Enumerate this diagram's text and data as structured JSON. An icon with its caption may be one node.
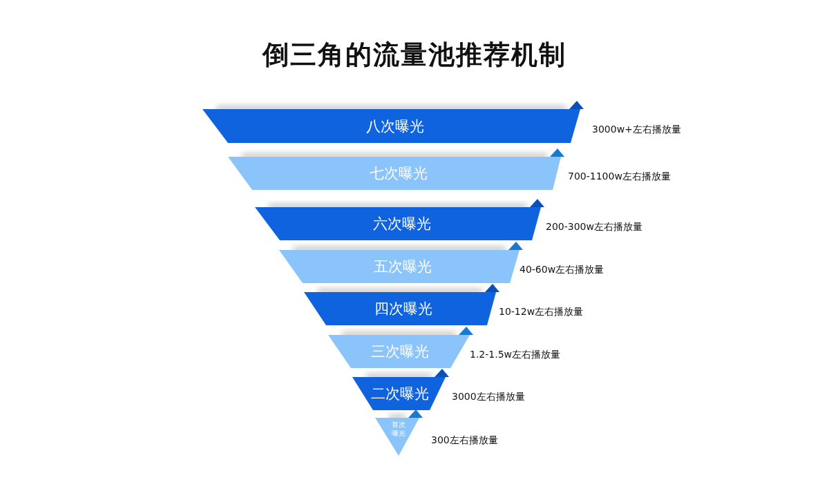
{
  "diagram": {
    "title": "倒三角的流量池推荐机制",
    "nodes": [
      {
        "text": [
          "八次曝光"
        ],
        "beside": [
          "3000w+左右播放量"
        ]
      },
      {
        "text": [
          "七次曝光"
        ],
        "beside": [
          "700-1100w左右播放量"
        ]
      },
      {
        "text": [
          "六次曝光"
        ],
        "beside": [
          "200-300w左右播放量"
        ]
      },
      {
        "text": [
          "五次曝光"
        ],
        "beside": [
          "40-60w左右播放量"
        ]
      },
      {
        "text": [
          "四次曝光"
        ],
        "beside": [
          "10-12w左右播放量"
        ]
      },
      {
        "text": [
          "三次曝光"
        ],
        "beside": [
          "1.2-1.5w左右播放量"
        ]
      },
      {
        "text": [
          "二次曝光"
        ],
        "beside": [
          "3000左右播放量"
        ]
      },
      {
        "text": [
          "首次曝光"
        ],
        "beside": [
          "300左右播放量"
        ]
      }
    ]
  }
}
